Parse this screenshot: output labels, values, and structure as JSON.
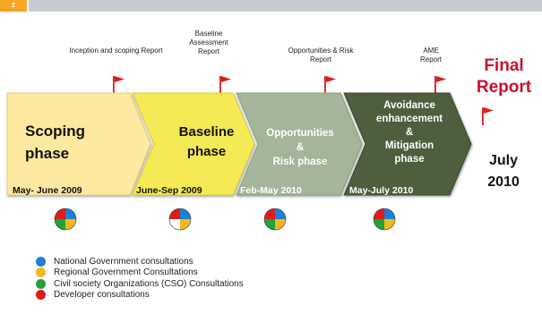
{
  "slide_number": "2",
  "reports": [
    {
      "label": "Inception and scoping Report"
    },
    {
      "label": "Baseline Assessment Report"
    },
    {
      "label": "Opportunities & Risk Report"
    },
    {
      "label": "AME Report"
    }
  ],
  "final_report": {
    "line1": "Final",
    "line2": "Report"
  },
  "phases": [
    {
      "title_line1": "Scoping",
      "title_line2": "phase",
      "date": "May- June 2009",
      "fill": "#fde9a0",
      "text_color": "#111111"
    },
    {
      "title_line1": "Baseline",
      "title_line2": "phase",
      "date": "June-Sep 2009",
      "fill": "#f3ea55",
      "text_color": "#111111"
    },
    {
      "title_line1": "Opportunities",
      "title_line2": "&",
      "title_line3": "Risk  phase",
      "date": "Feb-May 2010",
      "fill": "#a4b59a",
      "text_color": "#ffffff"
    },
    {
      "title_line1": "Avoidance",
      "title_line2": "enhancement",
      "title_line3": "&",
      "title_line4": "Mitigation",
      "title_line5": "phase",
      "date": "May-July 2010",
      "fill": "#4d5e3c",
      "text_color": "#ffffff"
    }
  ],
  "final_date": {
    "line1": "July",
    "line2": "2010"
  },
  "legend": [
    {
      "label": "National Government consultations",
      "color": "#1f7fd6"
    },
    {
      "label": "Regional Government Consultations",
      "color": "#f5b81c"
    },
    {
      "label": "Civil society Organizations (CSO) Consultations",
      "color": "#1fa33a"
    },
    {
      "label": "Developer consultations",
      "color": "#e01b1b"
    }
  ],
  "colors": {
    "flag": "#e01b1b",
    "accent": "#f5a623",
    "final_report": "#c8102e"
  }
}
